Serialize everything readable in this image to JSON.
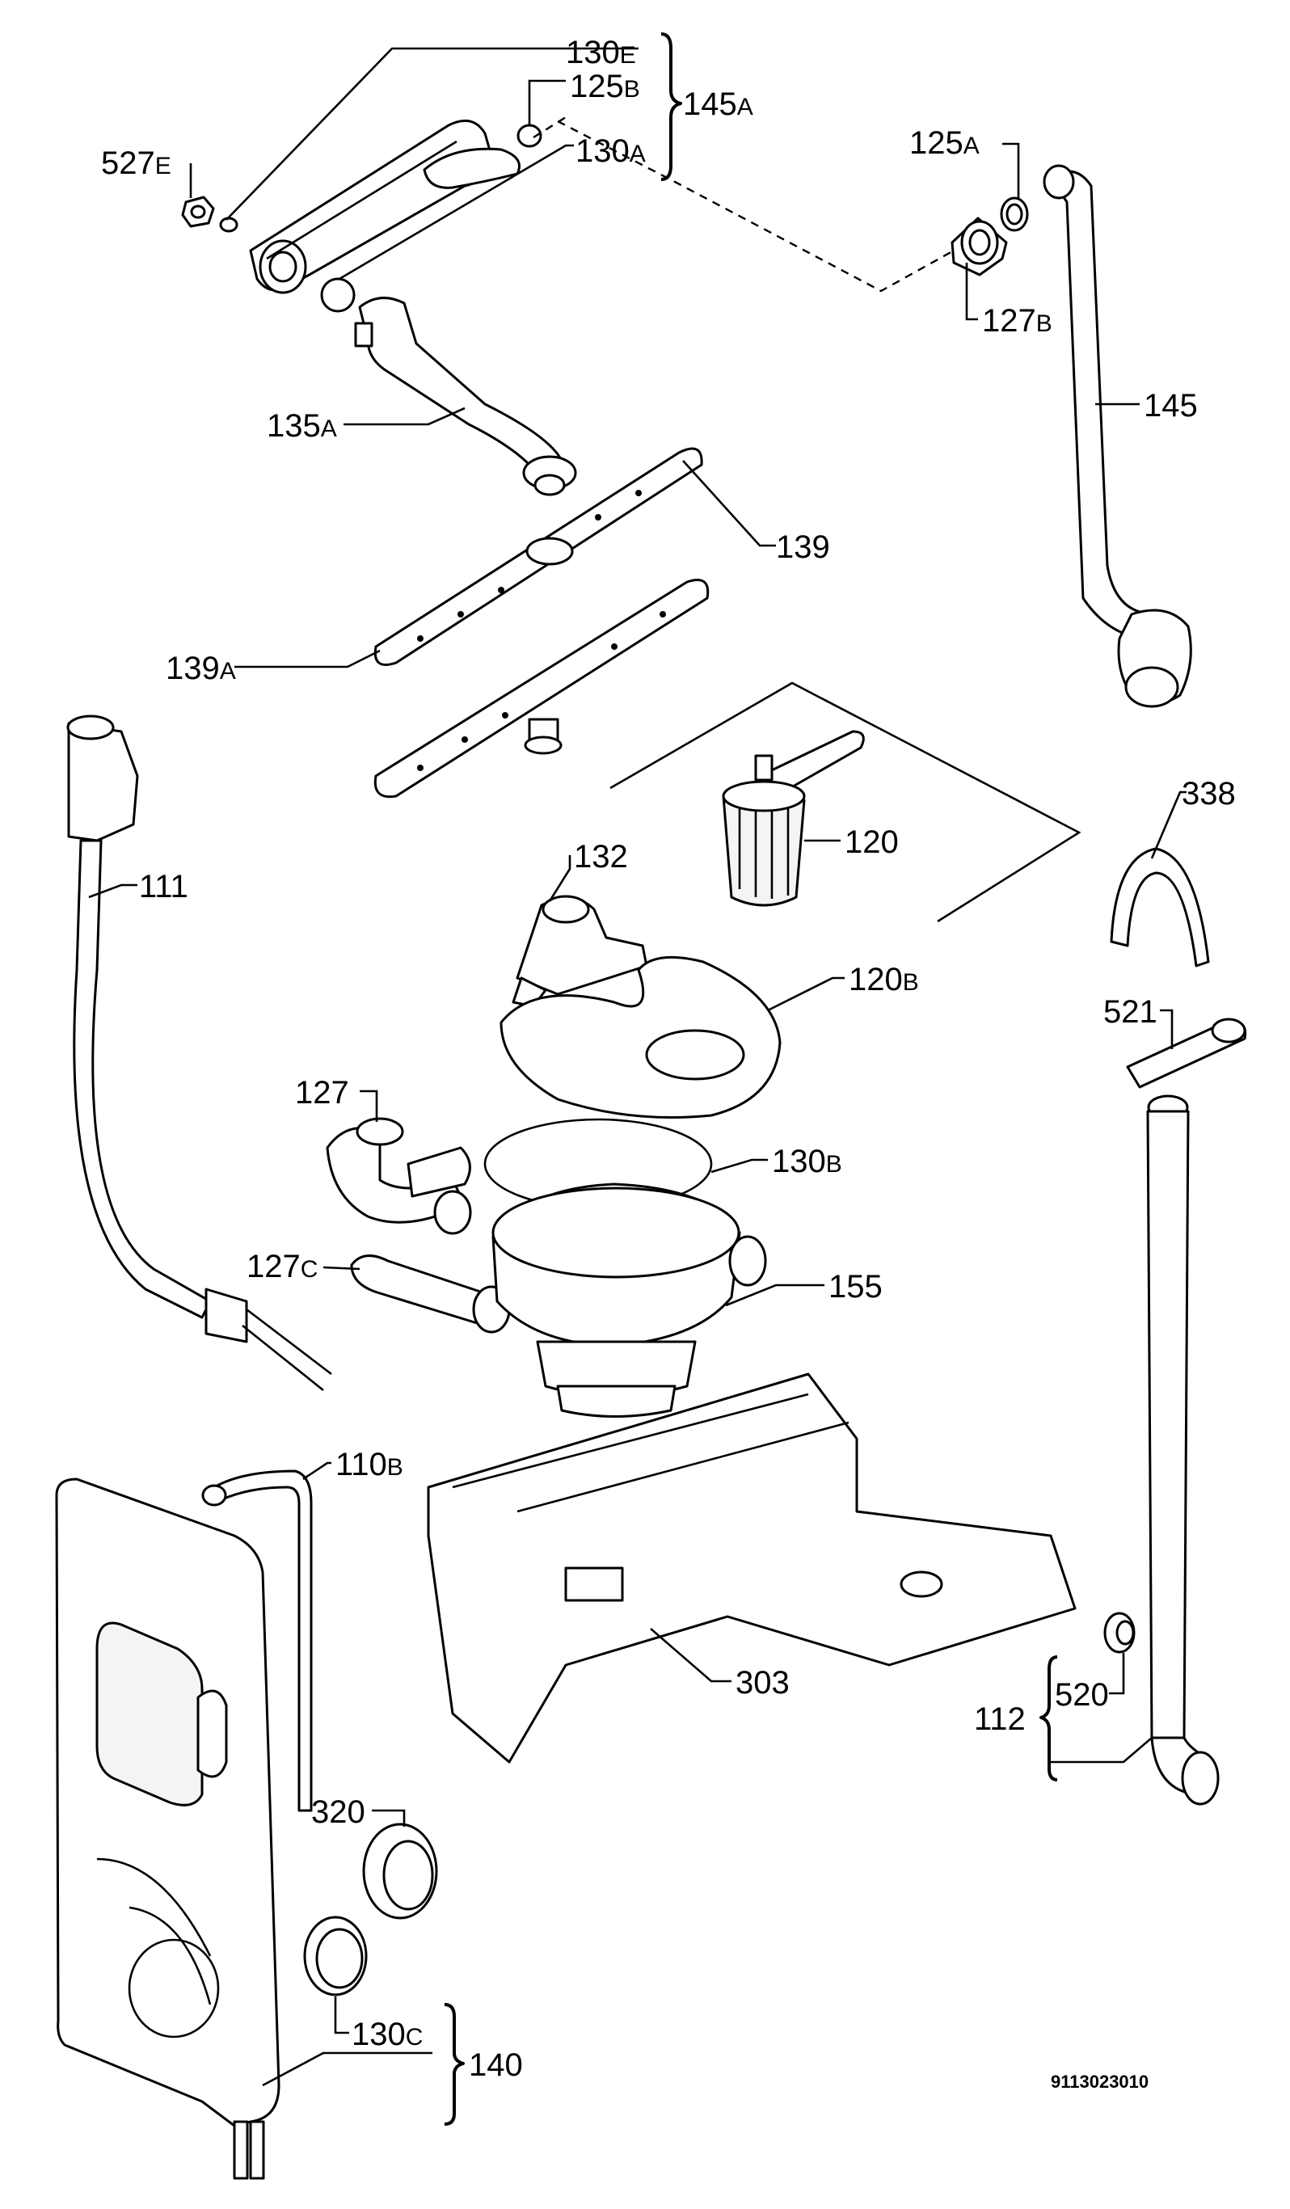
{
  "labels": {
    "l130E": {
      "num": "130",
      "suffix": "E"
    },
    "l125B": {
      "num": "125",
      "suffix": "B"
    },
    "l145A": {
      "num": "145",
      "suffix": "A"
    },
    "l130A": {
      "num": "130",
      "suffix": "A"
    },
    "l527E": {
      "num": "527",
      "suffix": "E"
    },
    "l125A": {
      "num": "125",
      "suffix": "A"
    },
    "l127B": {
      "num": "127",
      "suffix": "B"
    },
    "l145": {
      "num": "145",
      "suffix": ""
    },
    "l135A": {
      "num": "135",
      "suffix": "A"
    },
    "l139": {
      "num": "139",
      "suffix": ""
    },
    "l139A": {
      "num": "139",
      "suffix": "A"
    },
    "l338": {
      "num": "338",
      "suffix": ""
    },
    "l120": {
      "num": "120",
      "suffix": ""
    },
    "l132": {
      "num": "132",
      "suffix": ""
    },
    "l111": {
      "num": "111",
      "suffix": ""
    },
    "l120B": {
      "num": "120",
      "suffix": "B"
    },
    "l521": {
      "num": "521",
      "suffix": ""
    },
    "l127": {
      "num": "127",
      "suffix": ""
    },
    "l130B": {
      "num": "130",
      "suffix": "B"
    },
    "l127C": {
      "num": "127",
      "suffix": "C"
    },
    "l155": {
      "num": "155",
      "suffix": ""
    },
    "l110B": {
      "num": "110",
      "suffix": "B"
    },
    "l303": {
      "num": "303",
      "suffix": ""
    },
    "l520": {
      "num": "520",
      "suffix": ""
    },
    "l112": {
      "num": "112",
      "suffix": ""
    },
    "l320": {
      "num": "320",
      "suffix": ""
    },
    "l130C": {
      "num": "130",
      "suffix": "C"
    },
    "l140": {
      "num": "140",
      "suffix": ""
    }
  },
  "document_number": "9113023010"
}
